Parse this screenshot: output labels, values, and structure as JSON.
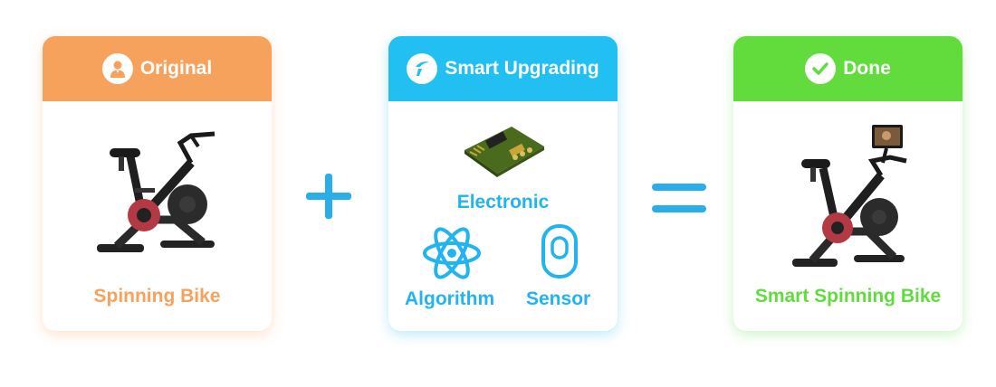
{
  "original": {
    "header": "Original",
    "label": "Spinning Bike",
    "icon": "user-icon",
    "color": "#f7a25c"
  },
  "upgrade": {
    "header": "Smart Upgrading",
    "icon": "logo-icon",
    "color": "#22bff2",
    "features": {
      "electronic": "Electronic",
      "algorithm": "Algorithm",
      "sensor": "Sensor"
    }
  },
  "done": {
    "header": "Done",
    "label": "Smart Spinning Bike",
    "icon": "check-icon",
    "color": "#61dc3c"
  },
  "operators": {
    "plus": "plus-icon",
    "equals": "equals-icon",
    "color": "#2aaeea"
  }
}
